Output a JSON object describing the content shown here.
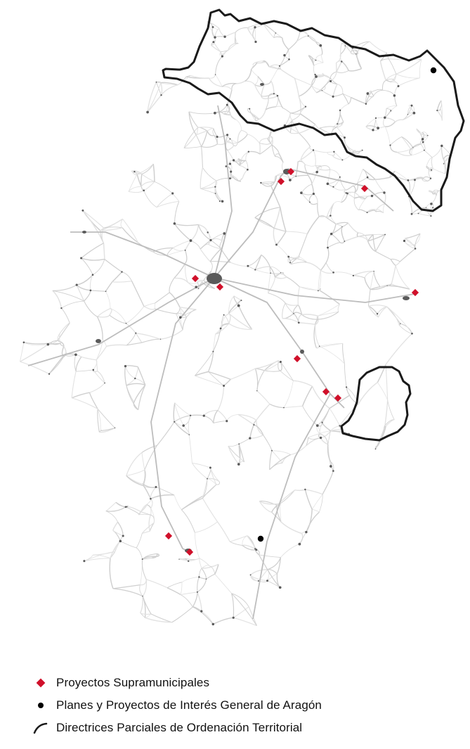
{
  "colors": {
    "road": "#cfcfcf",
    "road_minor": "#e2e2e2",
    "urban": "#5a5a5a",
    "boundary": "#1a1a1a",
    "project_supramunicipal": "#d0102a",
    "plan_interes_general": "#000000"
  },
  "legend": {
    "items": [
      {
        "symbol": "red-diamond-icon",
        "label": "Proyectos Supramunicipales"
      },
      {
        "symbol": "black-dot-icon",
        "label": "Planes y Proyectos de Interés General de Aragón"
      },
      {
        "symbol": "boundary-line-icon",
        "label": "Directrices Parciales de Ordenación Territorial"
      }
    ]
  }
}
